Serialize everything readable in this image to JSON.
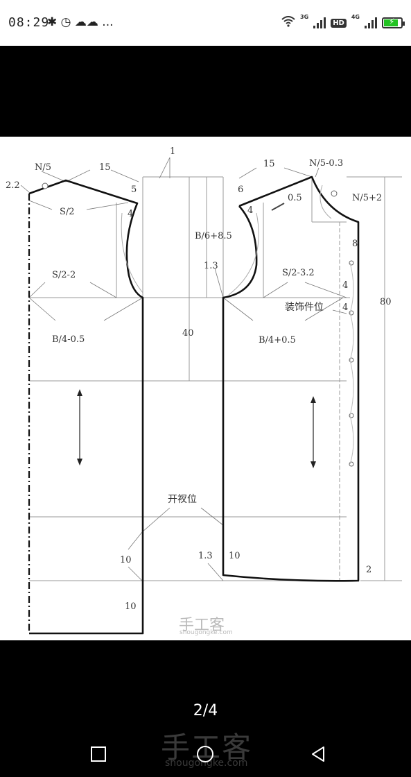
{
  "status_bar": {
    "time": "08:29",
    "left_icons": "✱ ◷ ☁☁ ...",
    "net_label_1": "3G",
    "hd_label": "HD",
    "net_label_2": "4G",
    "battery_level": 0.85
  },
  "pattern": {
    "labels": {
      "n5": "N/5",
      "l15": "15",
      "l1": "1",
      "r15": "15",
      "rn5": "N/5-0.3",
      "l22": "2.2",
      "l5": "5",
      "r6": "6",
      "rn52": "N/5+2",
      "s2": "S/2",
      "l4": "4",
      "r4": "4",
      "r05": "0.5",
      "b685": "B/6+8.5",
      "r8": "8",
      "l13": "1.3",
      "s22": "S/2-2",
      "s232": "S/2-3.2",
      "r4b": "4",
      "deco": "装饰件位",
      "r4c": "4",
      "l80": "80",
      "b405": "B/4-0.5",
      "l40": "40",
      "b405r": "B/4+0.5",
      "slit": "开衩位",
      "l10a": "10",
      "r13": "1.3",
      "r10": "10",
      "r2": "2",
      "l10b": "10"
    },
    "watermark_cn": "手工客",
    "watermark_en": "shougongke.com"
  },
  "pager": "2/4",
  "bottom_watermark_cn": "手工客",
  "bottom_watermark_en": "shougongke.com",
  "nav_icons": [
    "recents-icon",
    "home-icon",
    "back-icon"
  ]
}
